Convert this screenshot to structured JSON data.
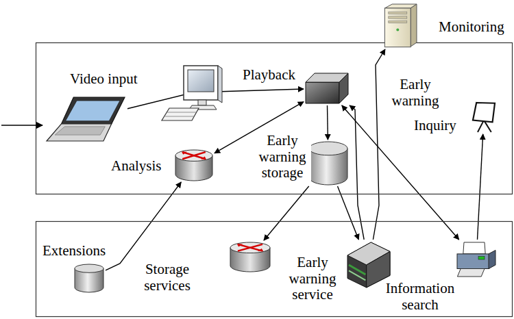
{
  "diagram": {
    "nodes": [
      {
        "text": [
          "Monitoring"
        ]
      },
      {
        "text": [
          "Video input"
        ]
      },
      {
        "text": [
          "Playback"
        ]
      },
      {
        "text": [
          "Inquiry"
        ]
      },
      {
        "text": [
          "Analysis"
        ]
      },
      {
        "text": [
          "Early warning storage"
        ]
      },
      {
        "text": [
          "Extensions"
        ]
      },
      {
        "text": [
          "Storage services"
        ]
      },
      {
        "text": [
          "Early warning service"
        ]
      },
      {
        "text": [
          "Information search"
        ]
      }
    ],
    "edges": [
      {
        "from": 1,
        "to": 2,
        "arrow": "to"
      },
      {
        "from": 2,
        "to": 5,
        "arrow": "to"
      },
      {
        "from": 2,
        "to": 4,
        "arrow": "both"
      },
      {
        "from": 6,
        "to": 4,
        "arrow": "to"
      },
      {
        "from": 5,
        "to": 7,
        "arrow": "to"
      },
      {
        "from": 5,
        "to": 8,
        "arrow": "to"
      },
      {
        "from": 8,
        "to": 0,
        "arrow": "to"
      },
      {
        "from": 8,
        "to": 2,
        "arrow": "to"
      },
      {
        "from": 2,
        "to": 9,
        "arrow": "both"
      },
      {
        "from": 9,
        "to": 3,
        "arrow": "to"
      }
    ],
    "labels": [
      "Early warning"
    ]
  }
}
